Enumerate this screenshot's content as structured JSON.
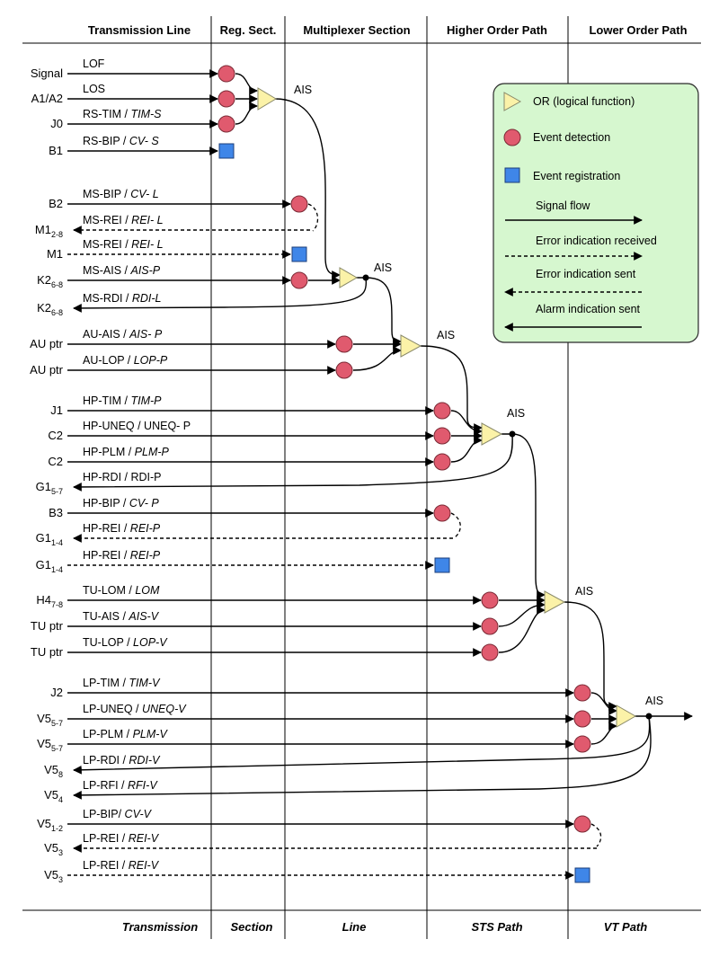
{
  "header": {
    "columns": [
      "Transmission Line",
      "Reg. Sect.",
      "Multiplexer Section",
      "Higher Order Path",
      "Lower Order Path"
    ]
  },
  "footer": {
    "columns": [
      "Transmission",
      "Section",
      "Line",
      "STS Path",
      "VT Path"
    ]
  },
  "legend": {
    "or_label": "OR (logical function)",
    "event_detection_label": "Event detection",
    "event_registration_label": "Event registration",
    "signal_flow_label": "Signal flow",
    "error_received_label": "Error indication received",
    "error_sent_label": "Error indication sent",
    "alarm_sent_label": "Alarm indication sent"
  },
  "ais_label": "AIS",
  "rows": [
    {
      "signal": "Signal",
      "sub": "",
      "label": "LOF",
      "italic": ""
    },
    {
      "signal": "A1/A2",
      "sub": "",
      "label": "LOS",
      "italic": ""
    },
    {
      "signal": "J0",
      "sub": "",
      "label": "RS-TIM / ",
      "italic": "TIM-S"
    },
    {
      "signal": "B1",
      "sub": "",
      "label": "RS-BIP / ",
      "italic": "CV- S"
    },
    {
      "signal": "B2",
      "sub": "",
      "label": "MS-BIP / ",
      "italic": "CV- L"
    },
    {
      "signal": "M1",
      "sub": "2-8",
      "label": "MS-REI / ",
      "italic": "REI- L"
    },
    {
      "signal": "M1",
      "sub": "",
      "label": "MS-REI / ",
      "italic": "REI- L"
    },
    {
      "signal": "K2",
      "sub": "6-8",
      "label": "MS-AIS / ",
      "italic": "AIS-P"
    },
    {
      "signal": "K2",
      "sub": "6-8",
      "label": "MS-RDI / ",
      "italic": "RDI-L"
    },
    {
      "signal": "AU ptr",
      "sub": "",
      "label": "AU-AIS / ",
      "italic": "AIS- P"
    },
    {
      "signal": "AU ptr",
      "sub": "",
      "label": "AU-LOP / ",
      "italic": "LOP-P"
    },
    {
      "signal": "J1",
      "sub": "",
      "label": "HP-TIM / ",
      "italic": "TIM-P"
    },
    {
      "signal": "C2",
      "sub": "",
      "label": "HP-UNEQ / UNEQ- P",
      "italic": ""
    },
    {
      "signal": "C2",
      "sub": "",
      "label": "HP-PLM / ",
      "italic": "PLM-P"
    },
    {
      "signal": "G1",
      "sub": "5-7",
      "label": "HP-RDI / RDI-P",
      "italic": ""
    },
    {
      "signal": "B3",
      "sub": "",
      "label": "HP-BIP / ",
      "italic": "CV- P"
    },
    {
      "signal": "G1",
      "sub": "1-4",
      "label": "HP-REI / ",
      "italic": "REI-P"
    },
    {
      "signal": "G1",
      "sub": "1-4",
      "label": "HP-REI / ",
      "italic": "REI-P"
    },
    {
      "signal": "H4",
      "sub": "7-8",
      "label": "TU-LOM / ",
      "italic": "LOM"
    },
    {
      "signal": "TU ptr",
      "sub": "",
      "label": "TU-AIS / ",
      "italic": "AIS-V"
    },
    {
      "signal": "TU ptr",
      "sub": "",
      "label": "TU-LOP / ",
      "italic": "LOP-V"
    },
    {
      "signal": "J2",
      "sub": "",
      "label": "LP-TIM / ",
      "italic": "TIM-V"
    },
    {
      "signal": "V5",
      "sub": "5-7",
      "label": "LP-UNEQ / ",
      "italic": "UNEQ-V"
    },
    {
      "signal": "V5",
      "sub": "5-7",
      "label": "LP-PLM / ",
      "italic": "PLM-V"
    },
    {
      "signal": "V5",
      "sub": "8",
      "label": "LP-RDI / ",
      "italic": "RDI-V"
    },
    {
      "signal": "V5",
      "sub": "4",
      "label": "LP-RFI / ",
      "italic": "RFI-V"
    },
    {
      "signal": "V5",
      "sub": "1-2",
      "label": "LP-BIP/ ",
      "italic": "CV-V"
    },
    {
      "signal": "V5",
      "sub": "3",
      "label": "LP-REI / ",
      "italic": "REI-V"
    },
    {
      "signal": "V5",
      "sub": "3",
      "label": "LP-REI / ",
      "italic": "REI-V"
    }
  ]
}
